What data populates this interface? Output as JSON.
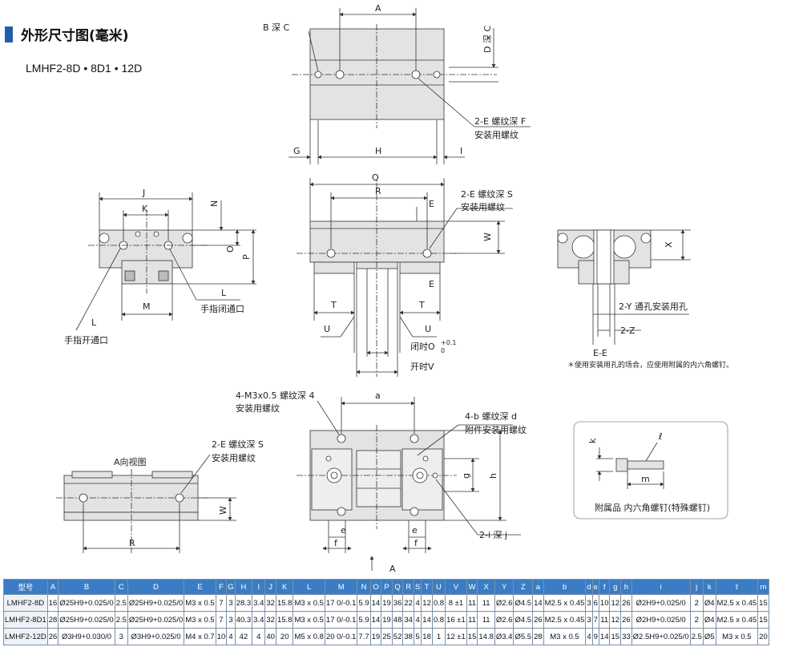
{
  "header": {
    "title": "外形尺寸图(毫米)",
    "model": "LMHF2-8D • 8D1 • 12D"
  },
  "colors": {
    "accent": "#1f5fa8",
    "table_head": "#3b7dc4",
    "body_fill": "#e3e3e3",
    "line": "#333333"
  },
  "labels": {
    "B_C": "B 深 C",
    "A": "A",
    "D_C": "D 深 C",
    "E_F": "2-E 螺纹深 F",
    "mount1": "安装用螺纹",
    "G": "G",
    "H": "H",
    "I": "I",
    "J": "J",
    "K": "K",
    "N": "N",
    "O": "O",
    "P": "P",
    "L": "L",
    "M": "M",
    "close_port": "手指闭通口",
    "open_port": "手指开通口",
    "Q": "Q",
    "R": "R",
    "E_S": "2-E 螺纹深 S",
    "mount2": "安装用螺纹",
    "E": "E",
    "W": "W",
    "T": "T",
    "U": "U",
    "closed": "闭时O",
    "tol_hi": "+0.1",
    "tol_lo": "0",
    "open": "开时V",
    "X": "X",
    "Y": "2-Y 通孔安装用孔",
    "Z": "2-Z",
    "EE": "E-E",
    "note": "＊使用安装用孔的场合，应使用附属的内六角螺钉。",
    "a_view": "A向视图",
    "M3": "4-M3x0.5 螺纹深 4",
    "mount3": "安装用螺纹",
    "a": "a",
    "b_d": "4-b 螺纹深 d",
    "attach": "附件安装用螺纹",
    "g": "g",
    "h": "h",
    "i_j": "2-i 深 j",
    "e": "e",
    "f": "f",
    "A_arrow": "A",
    "k": "k",
    "ell": "ℓ",
    "m": "m",
    "screw_caption": "附属品  内六角螺钉(特殊螺钉)"
  },
  "table": {
    "headers": [
      "型号",
      "A",
      "B",
      "C",
      "D",
      "E",
      "F",
      "G",
      "H",
      "I",
      "J",
      "K",
      "L",
      "M",
      "N",
      "O",
      "P",
      "Q",
      "R",
      "S",
      "T",
      "U",
      "V",
      "W",
      "X",
      "Y",
      "Z",
      "a",
      "b",
      "d",
      "e",
      "f",
      "g",
      "h",
      "i",
      "j",
      "k",
      "ℓ",
      "m"
    ],
    "rows": [
      [
        "LMHF2-8D",
        "16",
        "Ø25H9+0.025/0",
        "2.5",
        "Ø25H9+0.025/0",
        "M3 x 0.5",
        "7",
        "3",
        "28.3",
        "3.4",
        "32",
        "15.8",
        "M3 x 0.5",
        "17 0/-0.1",
        "5.9",
        "14",
        "19",
        "36",
        "22",
        "4",
        "12",
        "0.8",
        "8 ±1",
        "11",
        "11",
        "Ø2.6",
        "Ø4.5",
        "14",
        "M2.5 x 0.45",
        "3",
        "6",
        "10",
        "12",
        "26",
        "Ø2H9+0.025/0",
        "2",
        "Ø4",
        "M2.5 x 0.45",
        "15"
      ],
      [
        "LMHF2-8D1",
        "28",
        "Ø25H9+0.025/0",
        "2.5",
        "Ø25H9+0.025/0",
        "M3 x 0.5",
        "7",
        "3",
        "40.3",
        "3.4",
        "32",
        "15.8",
        "M3 x 0.5",
        "17 0/-0.1",
        "5.9",
        "14",
        "19",
        "48",
        "34",
        "4",
        "14",
        "0.8",
        "16 ±1",
        "11",
        "11",
        "Ø2.6",
        "Ø4.5",
        "26",
        "M2.5 x 0.45",
        "3",
        "7",
        "11",
        "12",
        "26",
        "Ø2H9+0.025/0",
        "2",
        "Ø4",
        "M2.5 x 0.45",
        "15"
      ],
      [
        "LMHF2-12D",
        "26",
        "Ø3H9+0.030/0",
        "3",
        "Ø3H9+0.025/0",
        "M4 x 0.7",
        "10",
        "4",
        "42",
        "4",
        "40",
        "20",
        "M5 x 0.8",
        "20 0/-0.1",
        "7.7",
        "19",
        "25",
        "52",
        "38",
        "5",
        "18",
        "1",
        "12 ±1",
        "15",
        "14.8",
        "Ø3.4",
        "Ø5.5",
        "28",
        "M3 x 0.5",
        "4",
        "9",
        "14",
        "15",
        "33",
        "Ø2.5H9+0.025/0",
        "2.5",
        "Ø5",
        "M3 x 0.5",
        "20"
      ]
    ]
  }
}
